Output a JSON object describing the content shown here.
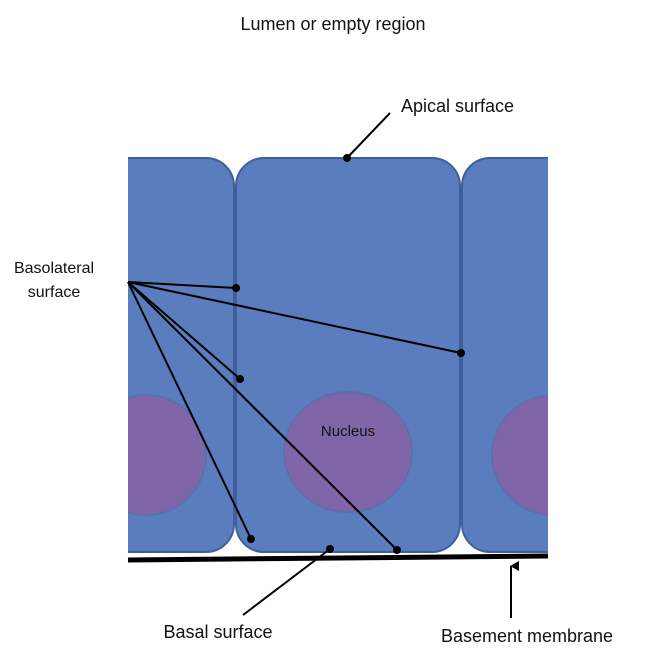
{
  "labels": {
    "lumen": "Lumen or empty region",
    "apical": "Apical surface",
    "basolateral_line1": "Basolateral",
    "basolateral_line2": "surface",
    "nucleus": "Nucleus",
    "basal": "Basal surface",
    "basement": "Basement membrane"
  },
  "colors": {
    "cell_fill": "#5a7dbd",
    "cell_stroke": "#3f5f9c",
    "nucleus_fill": "#8066a8",
    "nucleus_stroke": "#5e6fae",
    "line": "#000000",
    "text": "#111111"
  }
}
